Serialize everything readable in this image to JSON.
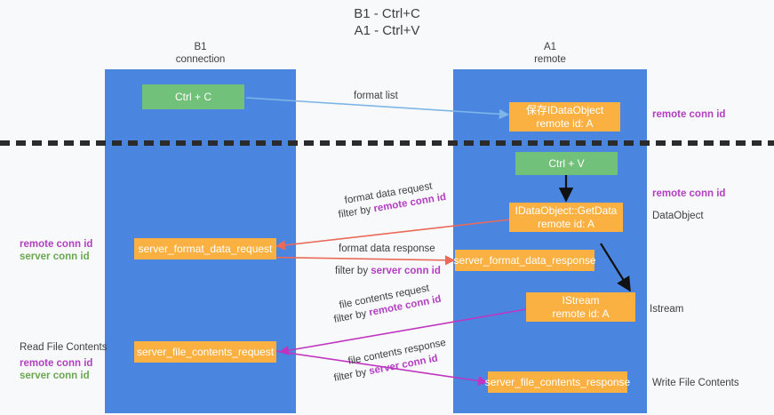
{
  "title": {
    "line1": "B1 - Ctrl+C",
    "line2": "A1 - Ctrl+V"
  },
  "columns": [
    {
      "name": "B1",
      "sub": "connection"
    },
    {
      "name": "A1",
      "sub": "remote"
    }
  ],
  "nodes": {
    "ctrl_c": {
      "line1": "Ctrl + C",
      "line2": ""
    },
    "save_idataobject": {
      "line1": "保存IDataObject",
      "line2": "remote id: A"
    },
    "ctrl_v": {
      "line1": "Ctrl + V",
      "line2": ""
    },
    "idataobject_getdata": {
      "line1": "IDataObject::GetData",
      "line2": "remote id: A"
    },
    "server_format_data_request": {
      "line1": "server_format_data_request",
      "line2": ""
    },
    "server_format_data_response": {
      "line1": "server_format_data_response",
      "line2": ""
    },
    "istream": {
      "line1": "IStream",
      "line2": "remote id: A"
    },
    "server_file_contents_request": {
      "line1": "server_file_contents_request",
      "line2": ""
    },
    "server_file_contents_response": {
      "line1": "server_file_contents_response",
      "line2": ""
    }
  },
  "edge_labels": {
    "format_list": "format list",
    "format_data_request": "format data request",
    "format_data_request_filter_prefix": "filter by ",
    "format_data_request_filter_key": "remote conn id",
    "format_data_response": "format data response",
    "format_data_response_filter_prefix": "filter by ",
    "format_data_response_filter_key": "server conn id",
    "file_contents_request": "file contents request",
    "file_contents_request_filter_prefix": "filter by ",
    "file_contents_request_filter_key": "remote conn id",
    "file_contents_response": "file contents response",
    "file_contents_response_filter_prefix": "filter by ",
    "file_contents_response_filter_key": "server conn id"
  },
  "left_annotations": {
    "mid_remote_conn_id": "remote conn id",
    "mid_server_conn_id": "server conn id",
    "read_file_contents": "Read File Contents",
    "bottom_remote_conn_id": "remote conn id",
    "bottom_server_conn_id": "server conn id"
  },
  "right_annotations": {
    "top_remote_conn_id": "remote conn id",
    "mid_remote_conn_id": "remote conn id",
    "dataobject": "DataObject",
    "istream": "Istream",
    "write_file_contents": "Write File Contents"
  },
  "colors": {
    "background": "#f8f9fa",
    "lane": "#4a86e0",
    "green_node": "#72c17b",
    "orange_node": "#fbb042",
    "purple_key": "#b23fc0",
    "green_key": "#6aa84f",
    "arrow_blue": "#7eb6e8",
    "arrow_red": "#ea6a5a",
    "arrow_magenta": "#c035c0",
    "arrow_black": "#111111",
    "dash_line": "#2b2b2b"
  }
}
